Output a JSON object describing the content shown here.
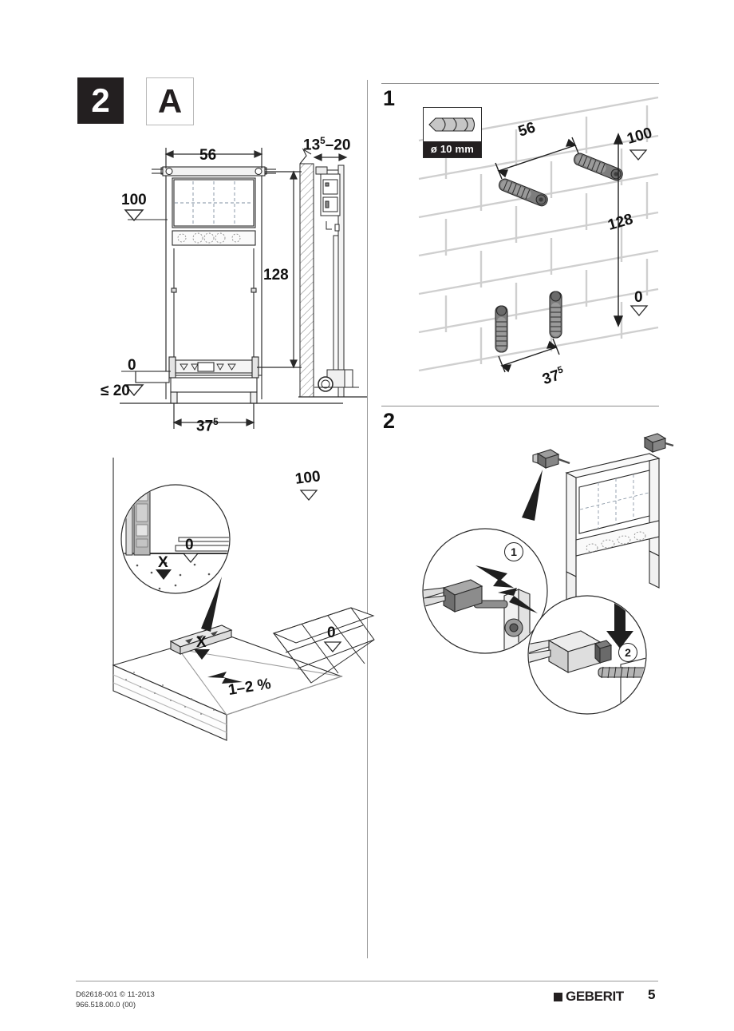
{
  "header": {
    "chapter_number": "2",
    "variant_letter": "A"
  },
  "elevation": {
    "width_dim": "56",
    "depth_dim_prefix": "13",
    "depth_dim_sup": "5",
    "depth_dim_suffix": "–20",
    "height_dim": "128",
    "level_top": "100",
    "level_zero": "0",
    "max_dim": "≤ 20",
    "foot_dim_prefix": "37",
    "foot_dim_sup": "5"
  },
  "floor_detail": {
    "level_100": "100",
    "level_0_far": "0",
    "level_0_detail": "0",
    "mark_x_detail": "X",
    "mark_x_main": "X",
    "slope": "1–2 %"
  },
  "step1": {
    "number": "1",
    "drill_label": "ø 10 mm",
    "spacing_dim": "56",
    "level_100": "100",
    "height_dim": "128",
    "level_0": "0",
    "foot_dim_prefix": "37",
    "foot_dim_sup": "5"
  },
  "step2": {
    "number": "2",
    "callout_1": "1",
    "callout_2": "2"
  },
  "footer": {
    "doc_code": "D62618-001 © 11-2013",
    "ref_code": "966.518.00.0 (00)",
    "brand": "GEBERIT",
    "page_number": "5"
  },
  "colors": {
    "ink": "#1a1a1a",
    "rule": "#9a9a9a",
    "metal_light": "#d9d9d9",
    "metal_mid": "#9b9b9b",
    "metal_dark": "#5a5a5a",
    "brick_line": "#c9c9c9"
  }
}
